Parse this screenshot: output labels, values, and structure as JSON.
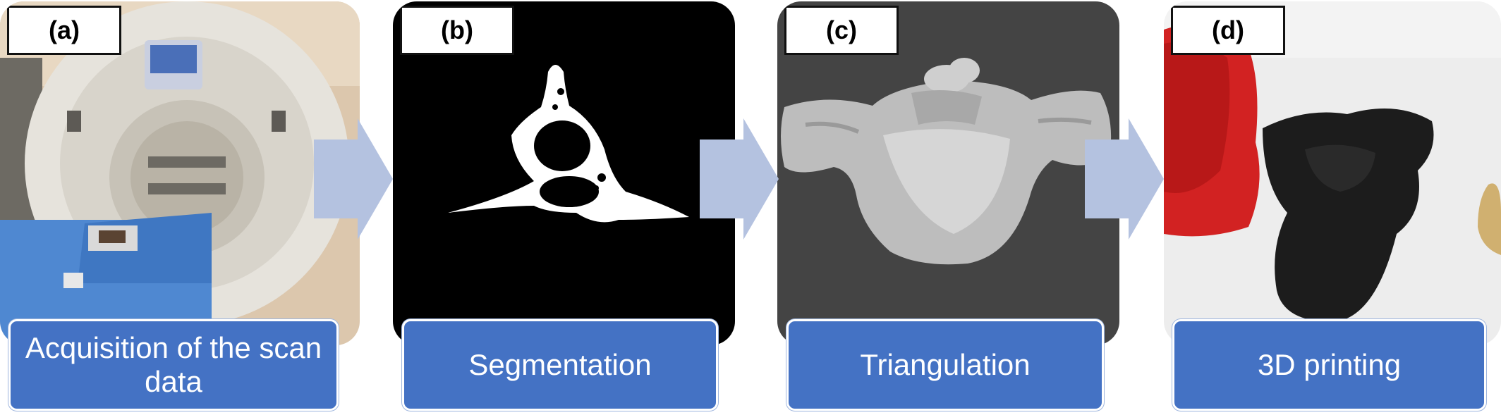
{
  "panels": [
    {
      "label": "(a)",
      "caption": "Acquisition of the scan data"
    },
    {
      "label": "(b)",
      "caption": "Segmentation"
    },
    {
      "label": "(c)",
      "caption": "Triangulation"
    },
    {
      "label": "(d)",
      "caption": "3D printing"
    }
  ],
  "colors": {
    "caption_fill": "#4472c4",
    "arrow_fill": "#b4c2e0"
  }
}
